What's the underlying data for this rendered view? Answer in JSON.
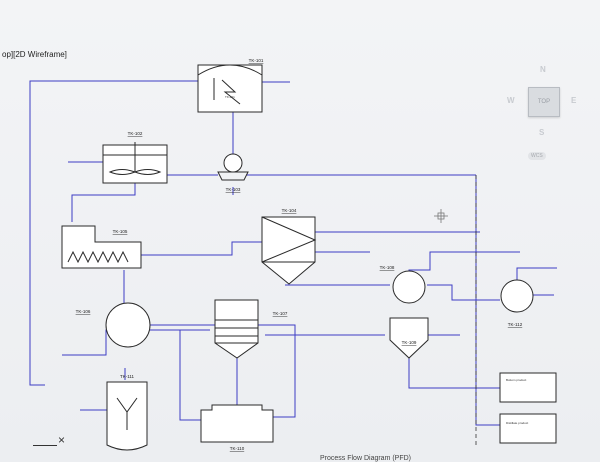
{
  "viewport": {
    "view_label": "op][2D Wireframe]"
  },
  "viewcube": {
    "north": "N",
    "south": "S",
    "east": "E",
    "west": "W",
    "top": "TOP",
    "wcs": "WCS"
  },
  "equipment": {
    "tk101": "TK-101",
    "tk101_inner": "TK-101",
    "tk102": "TK-102",
    "tk103": "TK-103",
    "tk104": "TK-104",
    "tk105": "TK-105",
    "tk106": "TK-106",
    "tk107": "TK-107",
    "tk108": "TK-108",
    "tk109": "TK-109",
    "tk110": "TK-110",
    "tk111": "TK-111",
    "tk112": "TK-112"
  },
  "boxes": {
    "product_a": "Bottom product",
    "product_b": "Distillate product"
  },
  "drawing_title": "Process Flow Diagram (PFD)",
  "command": {
    "close": "×"
  },
  "colors": {
    "flow_line": "#3d3dc4",
    "equipment_stroke": "#2a2a2a",
    "background": "#eceef1"
  }
}
